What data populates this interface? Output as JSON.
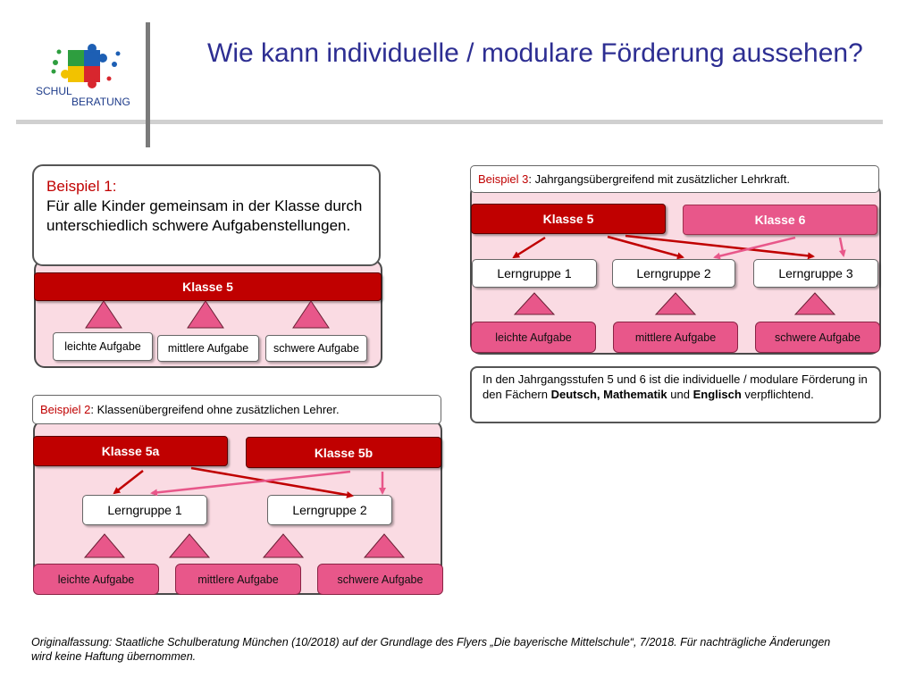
{
  "title": "Wie kann individuelle / modulare Förderung aussehen?",
  "logo": {
    "line1": "SCHUL",
    "line2": "BERATUNG"
  },
  "colors": {
    "title": "#2d2e92",
    "dark_red": "#c00000",
    "pink": "#e8578a",
    "frame_pink": "#fadbe3"
  },
  "example1": {
    "heading": "Beispiel 1:",
    "text": "Für alle Kinder gemeinsam in der Klasse durch unterschiedlich schwere Aufgabenstellungen.",
    "klasse": "Klasse 5",
    "tasks": [
      "leichte Aufgabe",
      "mittlere Aufgabe",
      "schwere Aufgabe"
    ]
  },
  "example2": {
    "label": "Beispiel 2",
    "text": ": Klassenübergreifend ohne zusätzlichen Lehrer.",
    "klassen": [
      "Klasse 5a",
      "Klasse 5b"
    ],
    "gruppen": [
      "Lerngruppe 1",
      "Lerngruppe 2"
    ],
    "tasks": [
      "leichte Aufgabe",
      "mittlere Aufgabe",
      "schwere Aufgabe"
    ]
  },
  "example3": {
    "label": "Beispiel 3",
    "text": ": Jahrgangsübergreifend mit zusätzlicher Lehrkraft.",
    "klassen": [
      "Klasse 5",
      "Klasse 6"
    ],
    "gruppen": [
      "Lerngruppe 1",
      "Lerngruppe 2",
      "Lerngruppe 3"
    ],
    "tasks": [
      "leichte Aufgabe",
      "mittlere Aufgabe",
      "schwere Aufgabe"
    ]
  },
  "info": {
    "text1": "In den Jahrgangsstufen 5 und 6 ist die individuelle / modulare Förderung in den Fächern ",
    "bold1": "Deutsch, Mathematik",
    "text2": " und ",
    "bold2": "Englisch",
    "text3": " verpflichtend."
  },
  "footer": "Originalfassung: Staatliche Schulberatung München (10/2018) auf der Grundlage des Flyers „Die bayerische Mittelschule“, 7/2018. Für nachträgliche Änderungen wird keine Haftung übernommen."
}
